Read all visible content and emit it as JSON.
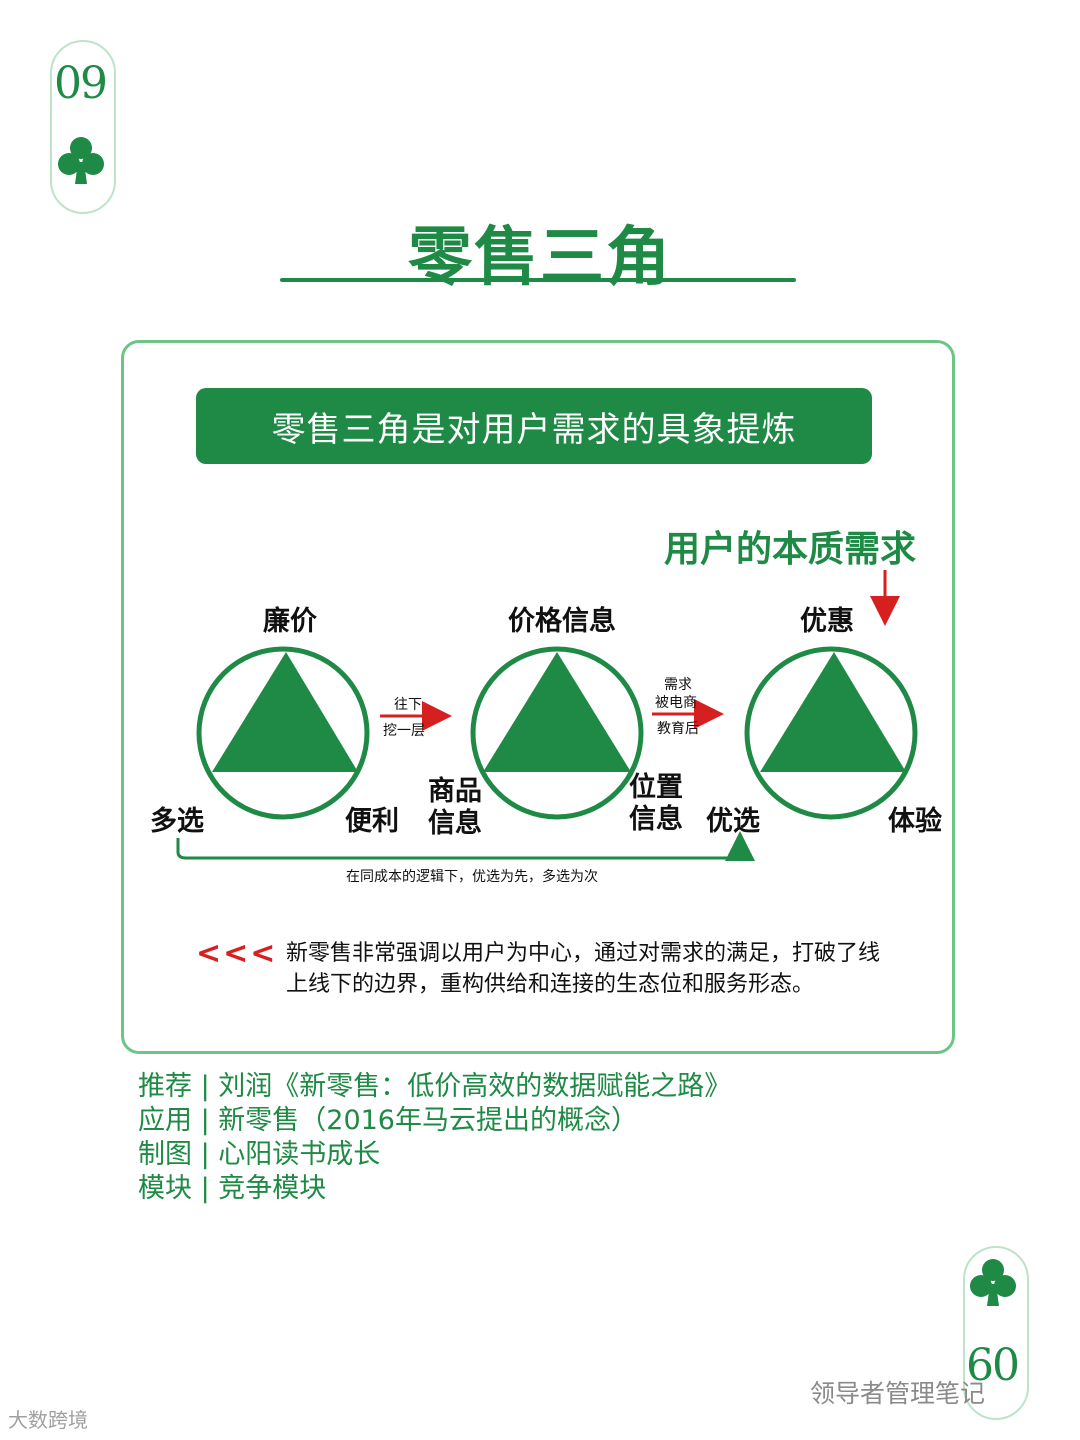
{
  "card": {
    "number_top": "09",
    "number_bottom": "60",
    "suit_icon": "club-icon"
  },
  "title": "零售三角",
  "banner": "零售三角是对用户需求的具象提炼",
  "essence_label": "用户的本质需求",
  "diagram": {
    "triangle1": {
      "top": "廉价",
      "bottom_left": "多选",
      "bottom_right": "便利"
    },
    "triangle2": {
      "top": "价格信息",
      "bottom_left": "商品\n信息",
      "bottom_right": "位置\n信息"
    },
    "triangle3": {
      "top": "优惠",
      "bottom_left": "优选",
      "bottom_right": "体验"
    },
    "arrow1": {
      "line1": "往下",
      "line2": "挖一层"
    },
    "arrow2": {
      "line1": "需求",
      "line2": "被电商",
      "line3": "教育后"
    },
    "bottom_note": "在同成本的逻辑下，优选为先，多选为次"
  },
  "quote": {
    "marker": "<<<",
    "text": "新零售非常强调以用户为中心，通过对需求的满足，打破了线上线下的边界，重构供给和连接的生态位和服务形态。"
  },
  "meta": [
    "推荐 | 刘润《新零售：低价高效的数据赋能之路》",
    "应用 | 新零售（2016年马云提出的概念）",
    "制图 | 心阳读书成长",
    "模块 | 竞争模块"
  ],
  "watermarks": {
    "right": "领导者管理笔记",
    "left": "大数跨境"
  },
  "colors": {
    "brand_green": "#1f8a45",
    "border_green": "#6cc584",
    "accent_red": "#d62020"
  }
}
